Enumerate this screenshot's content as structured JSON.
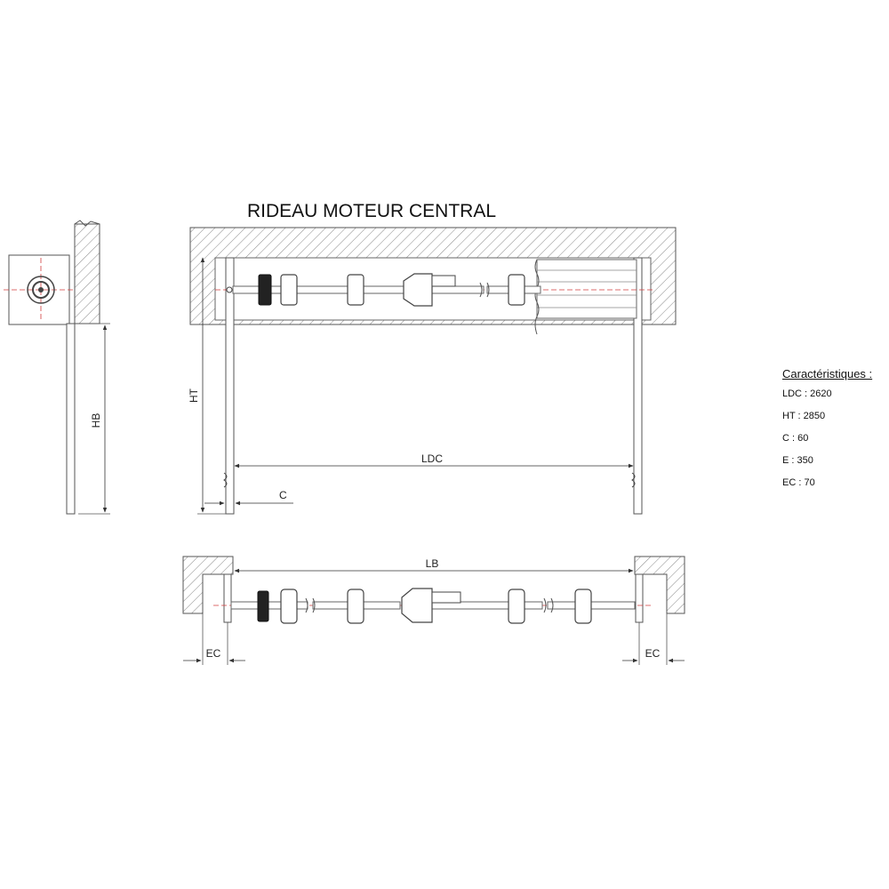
{
  "diagram": {
    "title": "RIDEAU MOTEUR CENTRAL",
    "dimension_labels": {
      "hb": "HB",
      "ht": "HT",
      "ldc": "LDC",
      "c": "C",
      "lb": "LB",
      "ec_left": "EC",
      "ec_right": "EC"
    }
  },
  "specs": {
    "title": "Caractéristiques :",
    "rows": [
      {
        "text": "LDC : 2620"
      },
      {
        "text": "HT : 2850"
      },
      {
        "text": "C : 60"
      },
      {
        "text": "E : 350"
      },
      {
        "text": "EC : 70"
      }
    ]
  },
  "colors": {
    "line": "#555555",
    "hatch": "#8a8a8a",
    "axis": "#d23c3c"
  }
}
